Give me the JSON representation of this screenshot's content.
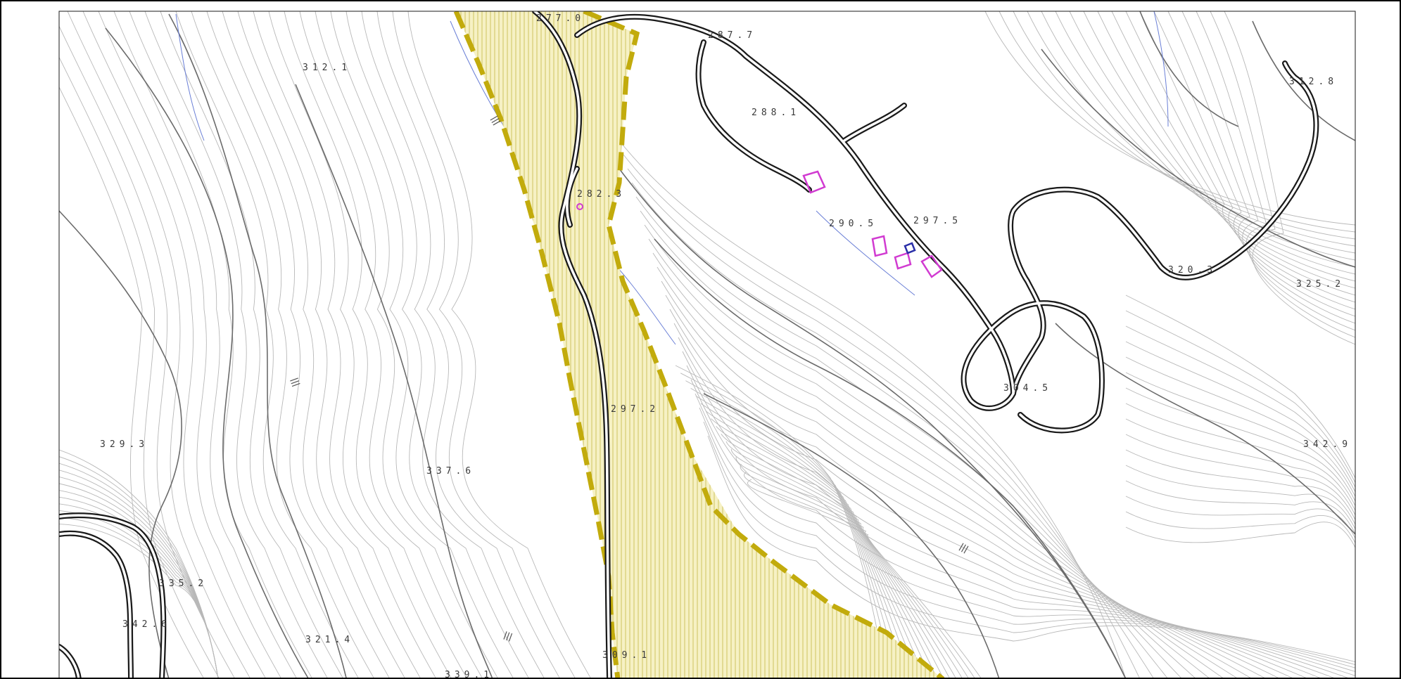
{
  "map": {
    "colors": {
      "background": "#ffffff",
      "frame": "#000000",
      "contour_minor": "#b8b8b8",
      "contour_major": "#6b6b6b",
      "road": "#1a1a1a",
      "zone_border": "#c2ab0c",
      "zone_fill": "#f6f1c4",
      "zone_hatch": "#cbbd55",
      "stream": "#6a7fd6",
      "building": "#d13bd1",
      "building_alt": "#2a2fa8"
    },
    "icons": [
      "cliff-mark-icon",
      "building-outline-icon"
    ],
    "elevations": [
      {
        "id": "e1",
        "label": "312.1"
      },
      {
        "id": "e2",
        "label": "277.0"
      },
      {
        "id": "e3",
        "label": "287.7"
      },
      {
        "id": "e4",
        "label": "288.1"
      },
      {
        "id": "e5",
        "label": "312.8"
      },
      {
        "id": "e6",
        "label": "282.3"
      },
      {
        "id": "e7",
        "label": "290.5"
      },
      {
        "id": "e8",
        "label": "297.5"
      },
      {
        "id": "e9",
        "label": "320.3"
      },
      {
        "id": "e10",
        "label": "325.2"
      },
      {
        "id": "e11",
        "label": "304.5"
      },
      {
        "id": "e12",
        "label": "297.2"
      },
      {
        "id": "e13",
        "label": "329.3"
      },
      {
        "id": "e14",
        "label": "337.6"
      },
      {
        "id": "e15",
        "label": "342.9"
      },
      {
        "id": "e16",
        "label": "335.2"
      },
      {
        "id": "e17",
        "label": "342.6"
      },
      {
        "id": "e18",
        "label": "321.4"
      },
      {
        "id": "e19",
        "label": "309.1"
      },
      {
        "id": "e20",
        "label": "339.1"
      }
    ]
  }
}
